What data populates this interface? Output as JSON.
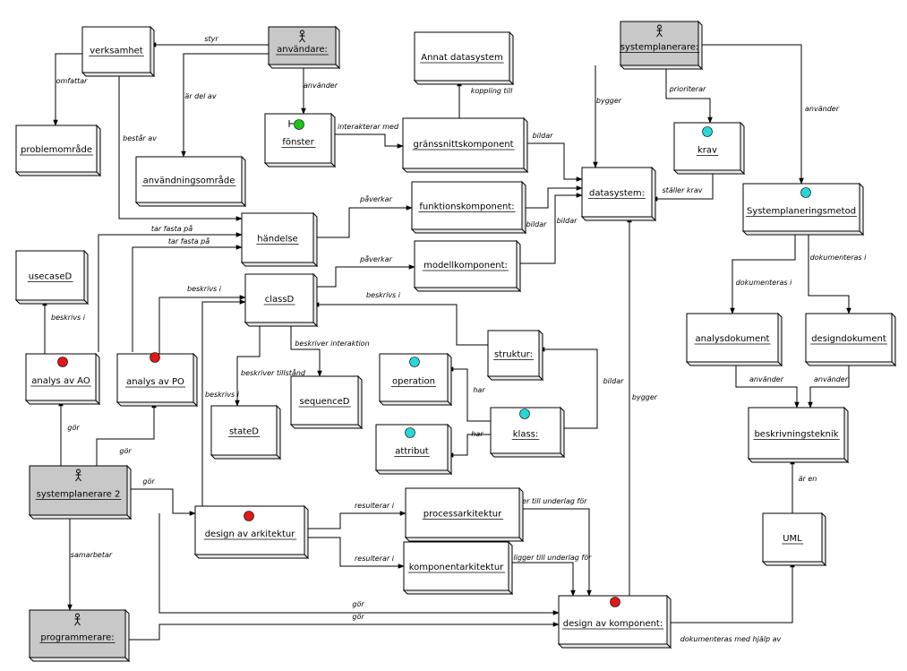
{
  "nodes": {
    "verksamhet": "verksamhet",
    "anvandare": "användare:",
    "annat_datasystem": "Annat datasystem",
    "systemplanerare": "systemplanerare:",
    "problemomrade": "problemområde",
    "fonster": "fönster",
    "granssnittskomponent": "gränssnittskomponent",
    "krav": "krav",
    "anvandningsomrade": "användningsområde",
    "funktionskomponent": "funktionskomponent:",
    "datasystem": "datasystem:",
    "systemplaneringsmetod": "Systemplaneringsmetod",
    "handelse": "händelse",
    "usecaseD": "usecaseD",
    "modellkomponent": "modellkomponent:",
    "classD": "classD",
    "struktur": "struktur:",
    "analys_av_ao": "analys av AO",
    "analys_av_po": "analys av PO",
    "operation": "operation",
    "analysdokument": "analysdokument",
    "designdokument": "designdokument",
    "sequenceD": "sequenceD",
    "stateD": "stateD",
    "klass": "klass:",
    "attribut": "attribut",
    "beskrivningsteknik": "beskrivningsteknik",
    "systemplanerare2": "systemplanerare 2",
    "processarkitektur": "processarkitektur",
    "design_av_arkitektur": "design av arkitektur",
    "uml": "UML",
    "komponentarkitektur": "komponentarkitektur",
    "programmerare": "programmerare:",
    "design_av_komponent": "design av komponent:"
  },
  "edges": {
    "styr": "styr",
    "omfattar": "omfattar",
    "ar_del_av": "är del av",
    "anvander_1": "använder",
    "bestar_av": "består av",
    "koppling_till": "koppling till",
    "interakterar_med": "interakterar med",
    "bildar_1": "bildar",
    "bygger_1": "bygger",
    "prioriterar": "prioriterar",
    "anvander_2": "använder",
    "staller_krav": "ställer krav",
    "paverkar_1": "påverkar",
    "bildar_2": "bildar",
    "bildar_3": "bildar",
    "tar_fasta_pa_1": "tar fasta på",
    "tar_fasta_pa_2": "tar fasta på",
    "paverkar_2": "påverkar",
    "dokumenteras_i_1": "dokumenteras i",
    "dokumenteras_i_2": "dokumenteras i",
    "beskrivs_i_1": "beskrivs i",
    "beskrivs_i_2": "beskrivs i",
    "beskrivs_i_3": "beskrivs i",
    "beskriver_interaktion": "beskriver interaktion",
    "beskriver_tillstand": "beskriver tillstånd",
    "beskrivs_i_4": "beskrivs i",
    "anvander_3": "använder",
    "anvander_4": "använder",
    "har_1": "har",
    "har_2": "har",
    "bildar_4": "bildar",
    "bygger_2": "bygger",
    "gor_1": "gör",
    "gor_2": "gör",
    "gor_3": "gör",
    "ar_en": "är en",
    "resulterar_i_1": "resulterar i",
    "ligger_till_underlag_1": "ligger till underlag för",
    "samarbetar": "samarbetar",
    "resulterar_i_2": "resulterar i",
    "ligger_till_underlag_2": "ligger till underlag för",
    "gor_4": "gör",
    "gor_5": "gör",
    "dokumenteras_med_hjalp_av": "dokumenteras med hjälp av"
  },
  "colors": {
    "actor_fill": "#c8c8c8",
    "box_fill": "#ffffff",
    "line": "#000000",
    "status_red": "#e01818",
    "status_green": "#18c818",
    "status_cyan": "#28d8d8"
  }
}
